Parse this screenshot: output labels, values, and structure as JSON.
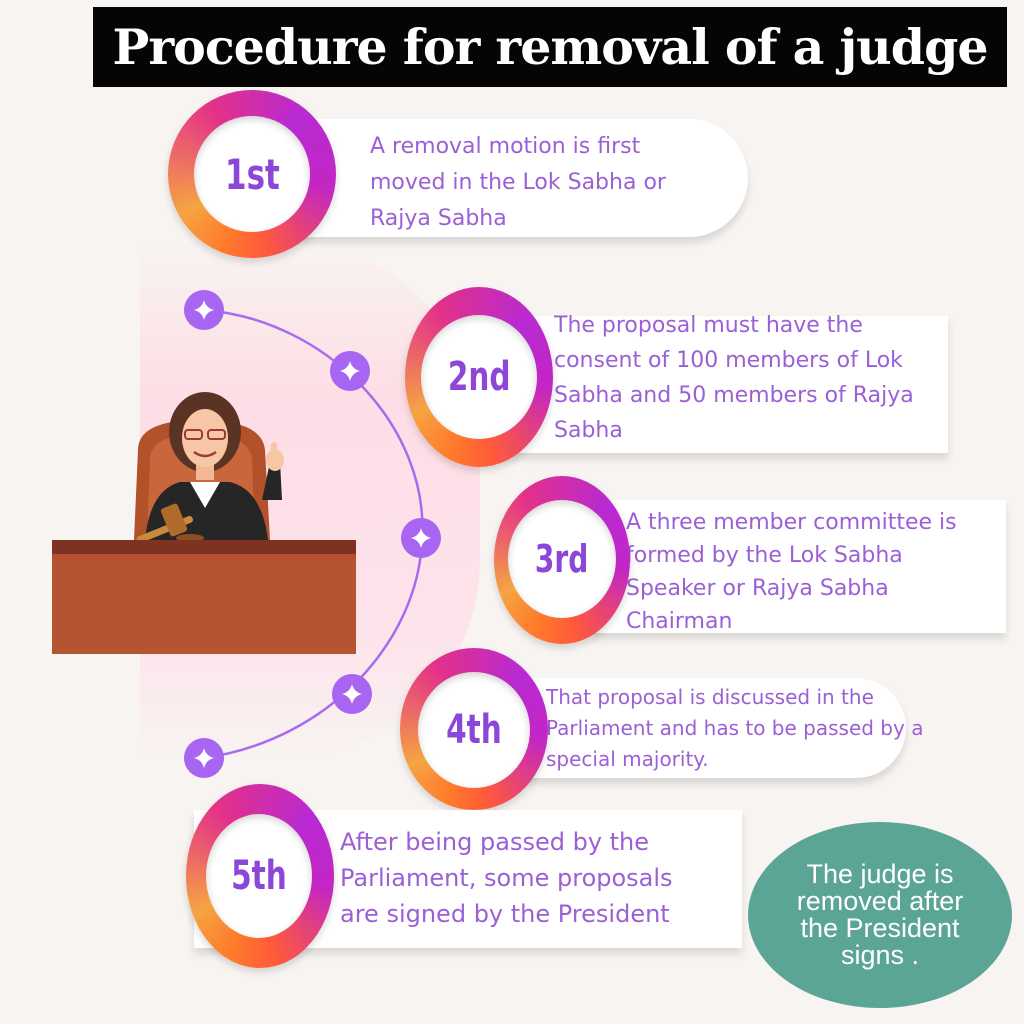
{
  "title": "Procedure for removal of a judge",
  "steps": [
    {
      "label": "1st",
      "lines": [
        "A removal motion is first",
        "moved in the Lok Sabha or",
        "Rajya Sabha"
      ]
    },
    {
      "label": "2nd",
      "lines": [
        "The proposal must have the",
        "consent of 100 members of Lok",
        "Sabha and 50 members of Rajya",
        "Sabha"
      ]
    },
    {
      "label": "3rd",
      "lines": [
        "A three member committee is",
        "formed by the Lok Sabha",
        "Speaker or Rajya Sabha",
        "Chairman"
      ]
    },
    {
      "label": "4th",
      "lines": [
        "That proposal is discussed in the",
        "Parliament and has to be passed by a",
        "special majority."
      ]
    },
    {
      "label": "5th",
      "lines": [
        "After being passed by the",
        "Parliament, some proposals",
        "are signed by the President"
      ]
    }
  ],
  "final_note": "The judge is removed after the President signs .",
  "colors": {
    "title_bg": "#050505",
    "accent_purple": "#9b5fd6",
    "final_circle": "#5ba596"
  }
}
